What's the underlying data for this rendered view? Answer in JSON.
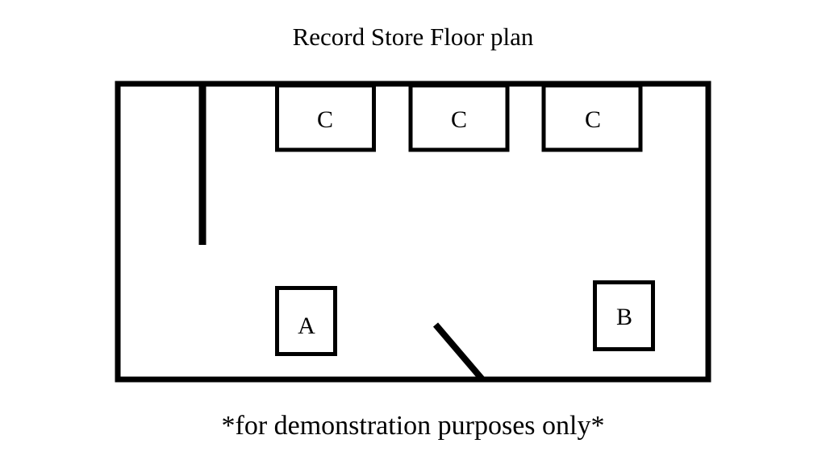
{
  "title": "Record Store Floor plan",
  "footer": "*for demonstration purposes only*",
  "labels": {
    "c1": "C",
    "c2": "C",
    "c3": "C",
    "a": "A",
    "b": "B"
  },
  "colors": {
    "stroke": "#000000",
    "background": "#ffffff"
  }
}
